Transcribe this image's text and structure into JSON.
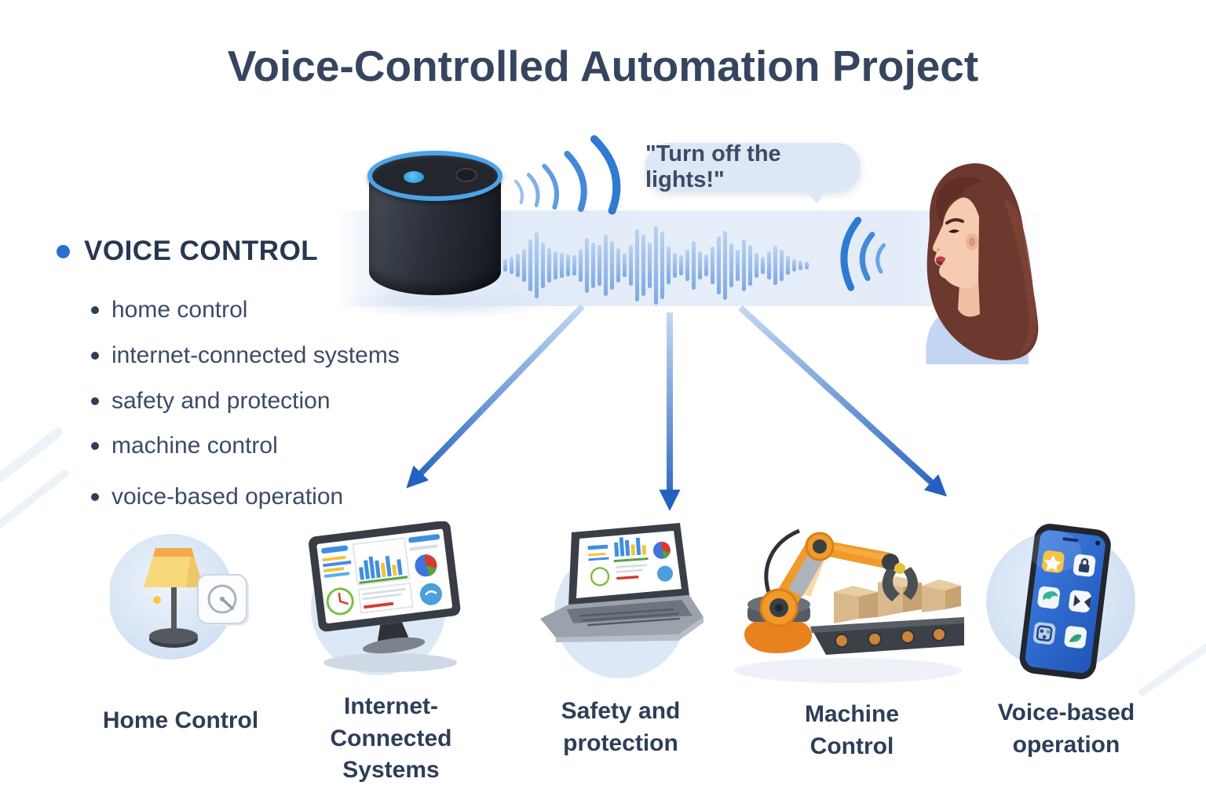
{
  "title": "Voice-Controlled Automation Project",
  "hero": {
    "bubble_text": "\"Turn off the lights!\"",
    "speaker_icon": "smart-speaker-icon",
    "sound_waves_icon": "sound-waves-icon",
    "speaking_person": "woman-speaking-illustration",
    "waveform": [
      10,
      12,
      16,
      22,
      30,
      42,
      66,
      84,
      58,
      44,
      36,
      32,
      28,
      26,
      42,
      70,
      58,
      52,
      78,
      62,
      44,
      30,
      52,
      92,
      78,
      58,
      100,
      86,
      48,
      32,
      26,
      40,
      62,
      36,
      28,
      48,
      74,
      88,
      56,
      40,
      66,
      52,
      32,
      22,
      36,
      50,
      40,
      24,
      16,
      12,
      10
    ]
  },
  "voice_control": {
    "heading": "VOICE CONTROL",
    "items": [
      "home control",
      "internet-connected systems",
      "safety and protection",
      "machine control",
      "voice-based operation"
    ]
  },
  "categories": [
    {
      "label": "Home Control",
      "icon": "lamp-dial-icon"
    },
    {
      "label": "Internet-Connected Systems",
      "icon": "monitor-dashboard-icon"
    },
    {
      "label": "Safety and protection",
      "icon": "laptop-dashboard-icon"
    },
    {
      "label": "Machine Control",
      "icon": "robot-arm-conveyor-icon"
    },
    {
      "label": "Voice-based operation",
      "icon": "smartphone-apps-icon"
    }
  ],
  "colors": {
    "accent_blue": "#2a6fd0",
    "arrow_blue": "#2360bf",
    "text_dark": "#2e3e59",
    "bubble_bg": "#dde7f5",
    "robot_orange": "#f09a2a",
    "lamp_yellow": "#f8d87c"
  }
}
